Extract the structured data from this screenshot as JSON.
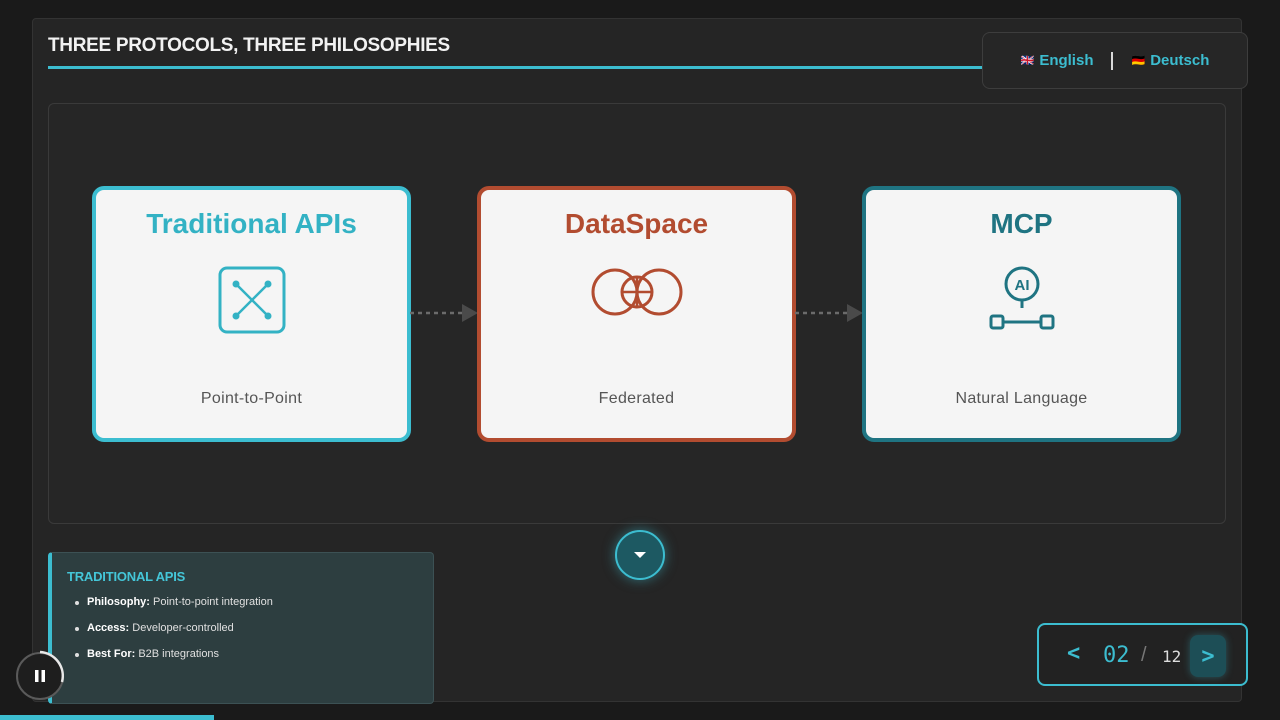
{
  "slide": {
    "title": "THREE PROTOCOLS, THREE PHILOSOPHIES"
  },
  "languages": [
    {
      "flag": "🇬🇧",
      "label": "English"
    },
    {
      "flag": "🇩🇪",
      "label": "Deutsch"
    }
  ],
  "cards": [
    {
      "title": "Traditional APIs",
      "subtitle": "Point-to-Point",
      "icon": "point-to-point-icon"
    },
    {
      "title": "DataSpace",
      "subtitle": "Federated",
      "icon": "overlapping-circles-icon"
    },
    {
      "title": "MCP",
      "subtitle": "Natural Language",
      "icon": "ai-connector-icon",
      "icon_text": "AI"
    }
  ],
  "info": {
    "title": "TRADITIONAL APIS",
    "items": [
      {
        "key": "Philosophy:",
        "value": " Point-to-point integration"
      },
      {
        "key": "Access:",
        "value": " Developer-controlled"
      },
      {
        "key": "Best For:",
        "value": " B2B integrations"
      }
    ]
  },
  "nav": {
    "prev": "<",
    "current": "02",
    "separator": "/",
    "total": "12",
    "next": ">"
  },
  "progress_fraction": 0.167,
  "colors": {
    "accent": "#3cbdd0",
    "dataspace": "#b24c30",
    "mcp": "#1f7482"
  }
}
